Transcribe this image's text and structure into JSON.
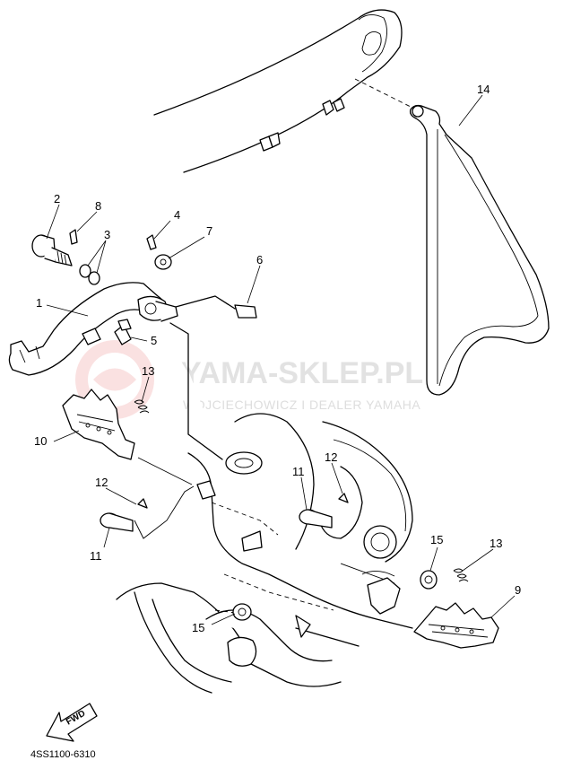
{
  "diagram": {
    "callouts": [
      {
        "id": "c1",
        "label": "1"
      },
      {
        "id": "c2",
        "label": "2"
      },
      {
        "id": "c3",
        "label": "3"
      },
      {
        "id": "c4",
        "label": "4"
      },
      {
        "id": "c5",
        "label": "5"
      },
      {
        "id": "c6",
        "label": "6"
      },
      {
        "id": "c7",
        "label": "7"
      },
      {
        "id": "c8",
        "label": "8"
      },
      {
        "id": "c9",
        "label": "9"
      },
      {
        "id": "c10",
        "label": "10"
      },
      {
        "id": "c11a",
        "label": "11"
      },
      {
        "id": "c11b",
        "label": "11"
      },
      {
        "id": "c12a",
        "label": "12"
      },
      {
        "id": "c12b",
        "label": "12"
      },
      {
        "id": "c13a",
        "label": "13"
      },
      {
        "id": "c13b",
        "label": "13"
      },
      {
        "id": "c14",
        "label": "14"
      },
      {
        "id": "c15a",
        "label": "15"
      },
      {
        "id": "c15b",
        "label": "15"
      }
    ],
    "fwd_label": "FWD",
    "diagram_code": "4SS1100-6310"
  },
  "watermark": {
    "title": "YAMA-SKLEP.PL",
    "subtitle": "WOJCIECHOWICZ I DEALER YAMAHA",
    "color": "#f2b8b8"
  }
}
